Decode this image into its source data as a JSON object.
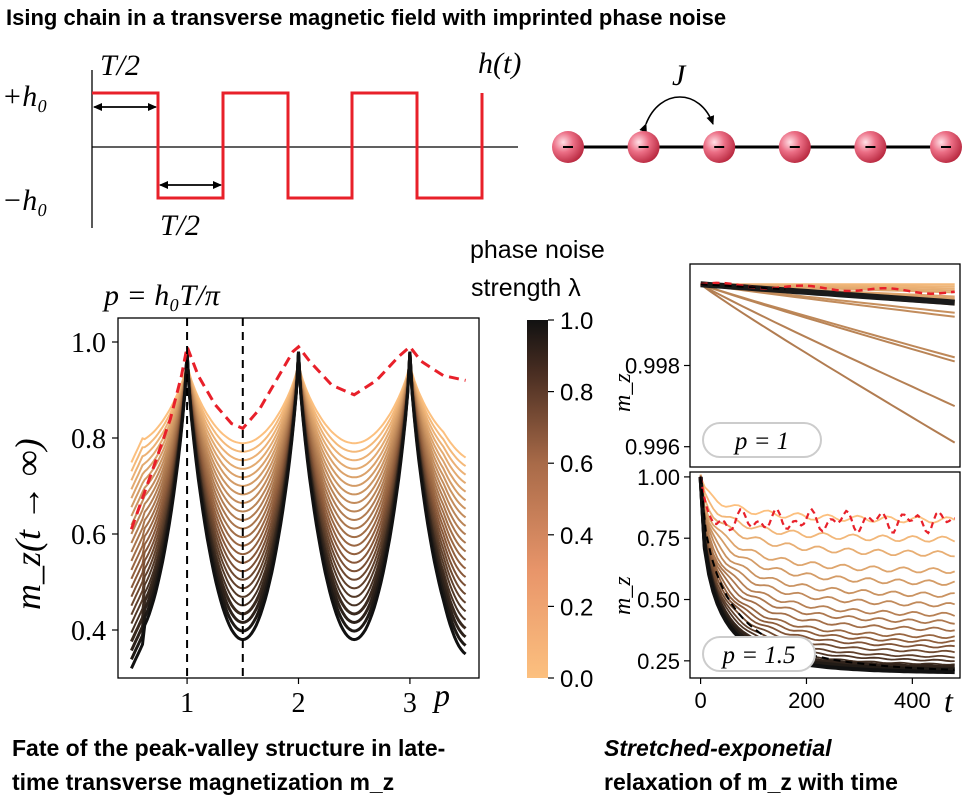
{
  "title": "Ising chain in a transverse magnetic field with imprinted phase noise",
  "field_schematic": {
    "label_plus": "+h₀",
    "label_minus": "−h₀",
    "label_ht": "h(t)",
    "half_period_top": "T/2",
    "half_period_bottom": "T/2"
  },
  "chain": {
    "coupling": "J",
    "num_spins": 6
  },
  "p_definition": "p = h₀T/π",
  "colorbar": {
    "title_line1": "phase noise",
    "title_line2": "strength λ",
    "ticks": [
      "1.0",
      "0.8",
      "0.6",
      "0.4",
      "0.2",
      "0.0"
    ],
    "color_low": "#fcc07f",
    "color_mid": "#8b5a3a",
    "color_high": "#111111"
  },
  "colors": {
    "red": "#e8202a",
    "noise_low": "#fcc07f",
    "noise_high": "#111111"
  },
  "chart_data": [
    {
      "type": "line",
      "ylabel": "m_z(t → ∞)",
      "xlabel": "p",
      "xlim": [
        0.38,
        3.62
      ],
      "ylim": [
        0.3,
        1.05
      ],
      "xticks": [
        "1",
        "2",
        "3"
      ],
      "yticks": [
        "1.0",
        "0.8",
        "0.6",
        "0.4"
      ],
      "vlines": [
        1.0,
        1.5
      ],
      "clean_curve": {
        "x": [
          0.5,
          0.7,
          0.85,
          0.95,
          1.0,
          1.1,
          1.25,
          1.4,
          1.5,
          1.65,
          1.8,
          1.95,
          2.0,
          2.1,
          2.3,
          2.5,
          2.7,
          2.9,
          3.0,
          3.1,
          3.3,
          3.5
        ],
        "y": [
          0.61,
          0.74,
          0.84,
          0.93,
          0.99,
          0.93,
          0.87,
          0.83,
          0.82,
          0.86,
          0.92,
          0.98,
          0.99,
          0.96,
          0.91,
          0.89,
          0.92,
          0.97,
          0.99,
          0.96,
          0.93,
          0.92
        ]
      },
      "noisy_curves": {
        "count": 24,
        "valley_min": 0.38,
        "valley_max": 0.82,
        "peak": 0.98
      }
    },
    {
      "type": "line",
      "label": "p = 1",
      "ylabel": "m_z",
      "ylim": [
        0.9955,
        1.0005
      ],
      "yticks": [
        "0.998",
        "0.996"
      ],
      "xlim": [
        -20,
        490
      ],
      "final_values": [
        1.0,
        0.99995,
        0.9999,
        0.99985,
        0.9998,
        0.9997,
        0.99965,
        0.9996,
        0.99955,
        0.9995,
        0.9993,
        0.9992,
        0.9982,
        0.9981,
        0.997,
        0.9961
      ]
    },
    {
      "type": "line",
      "label": "p = 1.5",
      "ylabel": "m_z",
      "ylim": [
        0.18,
        1.02
      ],
      "yticks": [
        "1.00",
        "0.75",
        "0.50",
        "0.25"
      ],
      "xticks": [
        "0",
        "200",
        "400"
      ],
      "xlabel": "t",
      "xlim": [
        -20,
        490
      ],
      "plateaus": [
        0.82,
        0.74,
        0.68,
        0.61,
        0.56,
        0.51,
        0.47,
        0.43,
        0.4,
        0.37,
        0.34,
        0.32,
        0.3,
        0.28,
        0.26,
        0.245,
        0.23,
        0.22,
        0.21,
        0.2
      ]
    }
  ],
  "caption_left": {
    "line1": "Fate of the peak-valley structure in late-",
    "line2": "time transverse magnetization m_z"
  },
  "caption_right": {
    "line1": "Stretched-exponetial",
    "line2": "relaxation of m_z with time"
  }
}
